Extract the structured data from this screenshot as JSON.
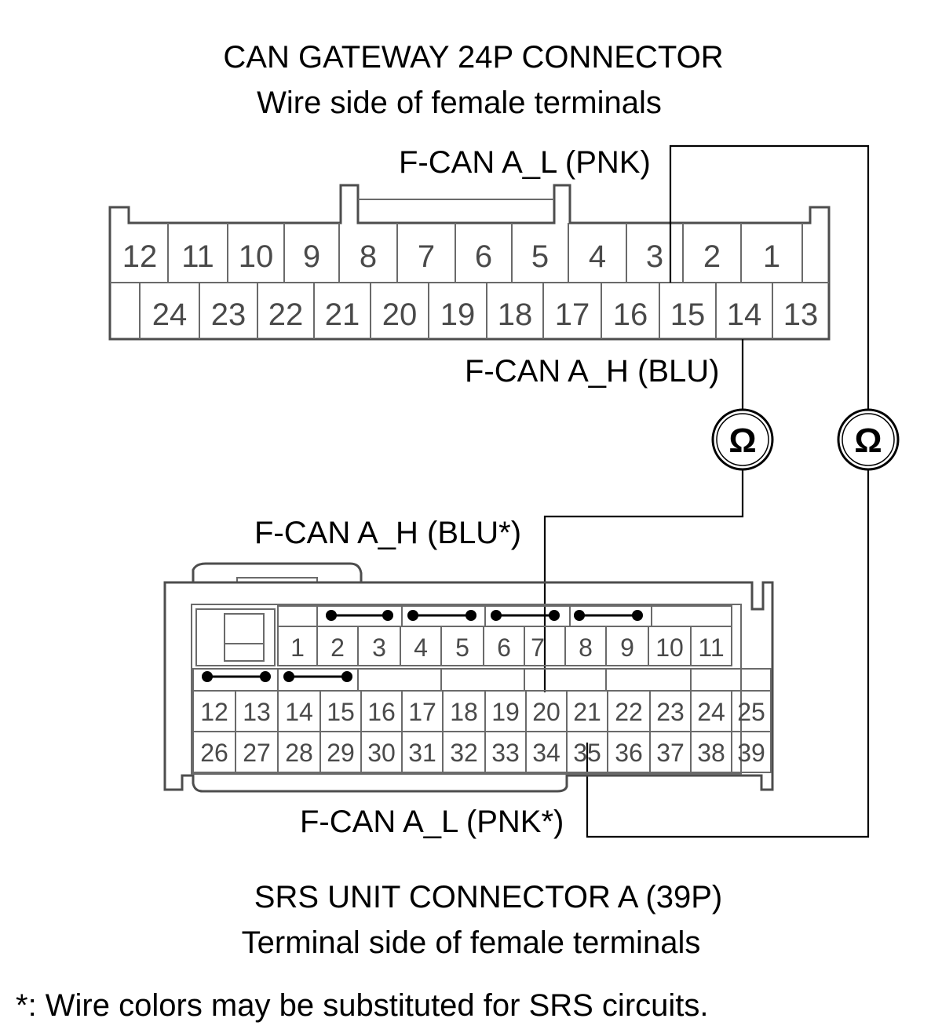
{
  "gateway": {
    "title": "CAN GATEWAY 24P CONNECTOR",
    "subtitle": "Wire side of female terminals",
    "row_top": [
      "12",
      "11",
      "10",
      "9",
      "8",
      "7",
      "6",
      "5",
      "4",
      "3",
      "2",
      "1"
    ],
    "row_bottom": [
      "24",
      "23",
      "22",
      "21",
      "20",
      "19",
      "18",
      "17",
      "16",
      "15",
      "14",
      "13"
    ],
    "label_pnk": "F-CAN A_L (PNK)",
    "label_blu": "F-CAN A_H (BLU)"
  },
  "meters": {
    "left_symbol": "Ω",
    "right_symbol": "Ω"
  },
  "srs": {
    "title": "SRS UNIT CONNECTOR A (39P)",
    "subtitle": "Terminal side of female terminals",
    "row1": [
      "1",
      "2",
      "3",
      "4",
      "5",
      "6",
      "7",
      "8",
      "9",
      "10",
      "11"
    ],
    "row2": [
      "12",
      "13",
      "14",
      "15",
      "16",
      "17",
      "18",
      "19",
      "20",
      "21",
      "22",
      "23",
      "24",
      "25"
    ],
    "row3": [
      "26",
      "27",
      "28",
      "29",
      "30",
      "31",
      "32",
      "33",
      "34",
      "35",
      "36",
      "37",
      "38",
      "39"
    ],
    "label_blu": "F-CAN A_H (BLU*)",
    "label_pnk": "F-CAN A_L (PNK*)"
  },
  "footnote": "*: Wire colors may be substituted for SRS circuits."
}
